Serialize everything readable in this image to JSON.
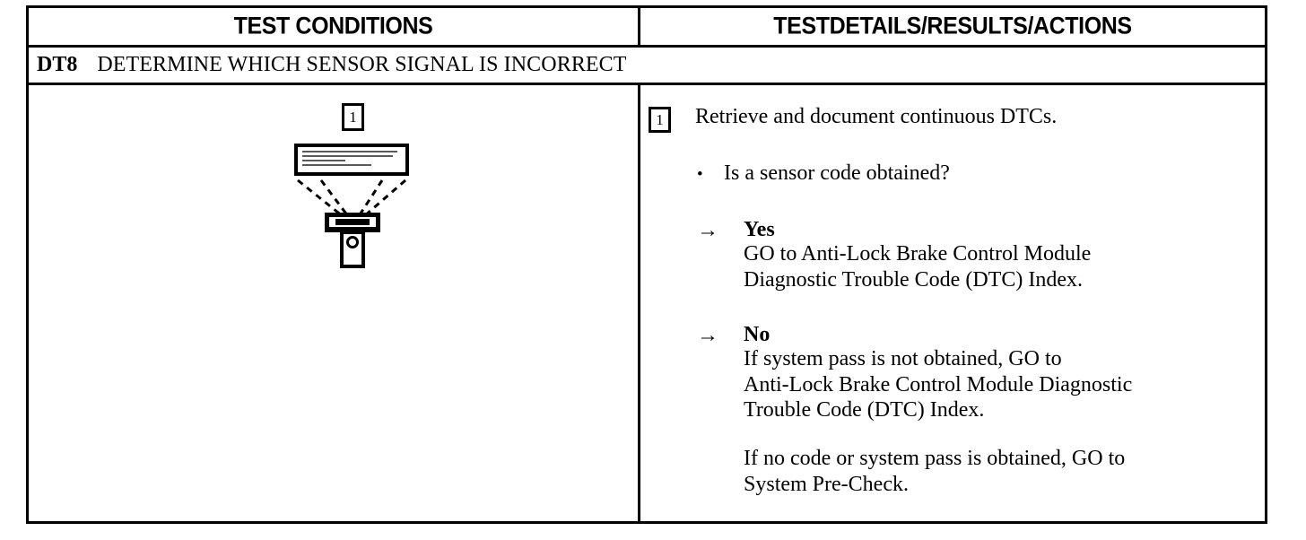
{
  "table": {
    "headers": {
      "left": "TEST CONDITIONS",
      "right": "TESTDETAILS/RESULTS/ACTIONS"
    },
    "step": {
      "code": "DT8",
      "title": "DETERMINE WHICH SENSOR SIGNAL IS INCORRECT"
    },
    "colors": {
      "border": "#000000",
      "background": "#ffffff",
      "text": "#000000"
    }
  },
  "diagram": {
    "callout_number": "1",
    "screen_lines": [
      "",
      "",
      "",
      ""
    ],
    "ray_count": 4
  },
  "actions": {
    "callout_number": "1",
    "heading": "Retrieve and document continuous DTCs.",
    "bullet_marker": "•",
    "bullet": "Is a sensor code obtained?",
    "branches": [
      {
        "arrow": "→",
        "label": "Yes",
        "lines": [
          "GO to Anti-Lock Brake Control Module",
          "Diagnostic Trouble Code (DTC) Index."
        ],
        "extra_lines": []
      },
      {
        "arrow": "→",
        "label": "No",
        "lines": [
          "If system pass is not obtained, GO to",
          "Anti-Lock Brake Control Module Diagnostic",
          "Trouble Code (DTC) Index."
        ],
        "extra_lines": [
          "If no code or system pass is obtained, GO to",
          "System Pre-Check."
        ]
      }
    ]
  }
}
